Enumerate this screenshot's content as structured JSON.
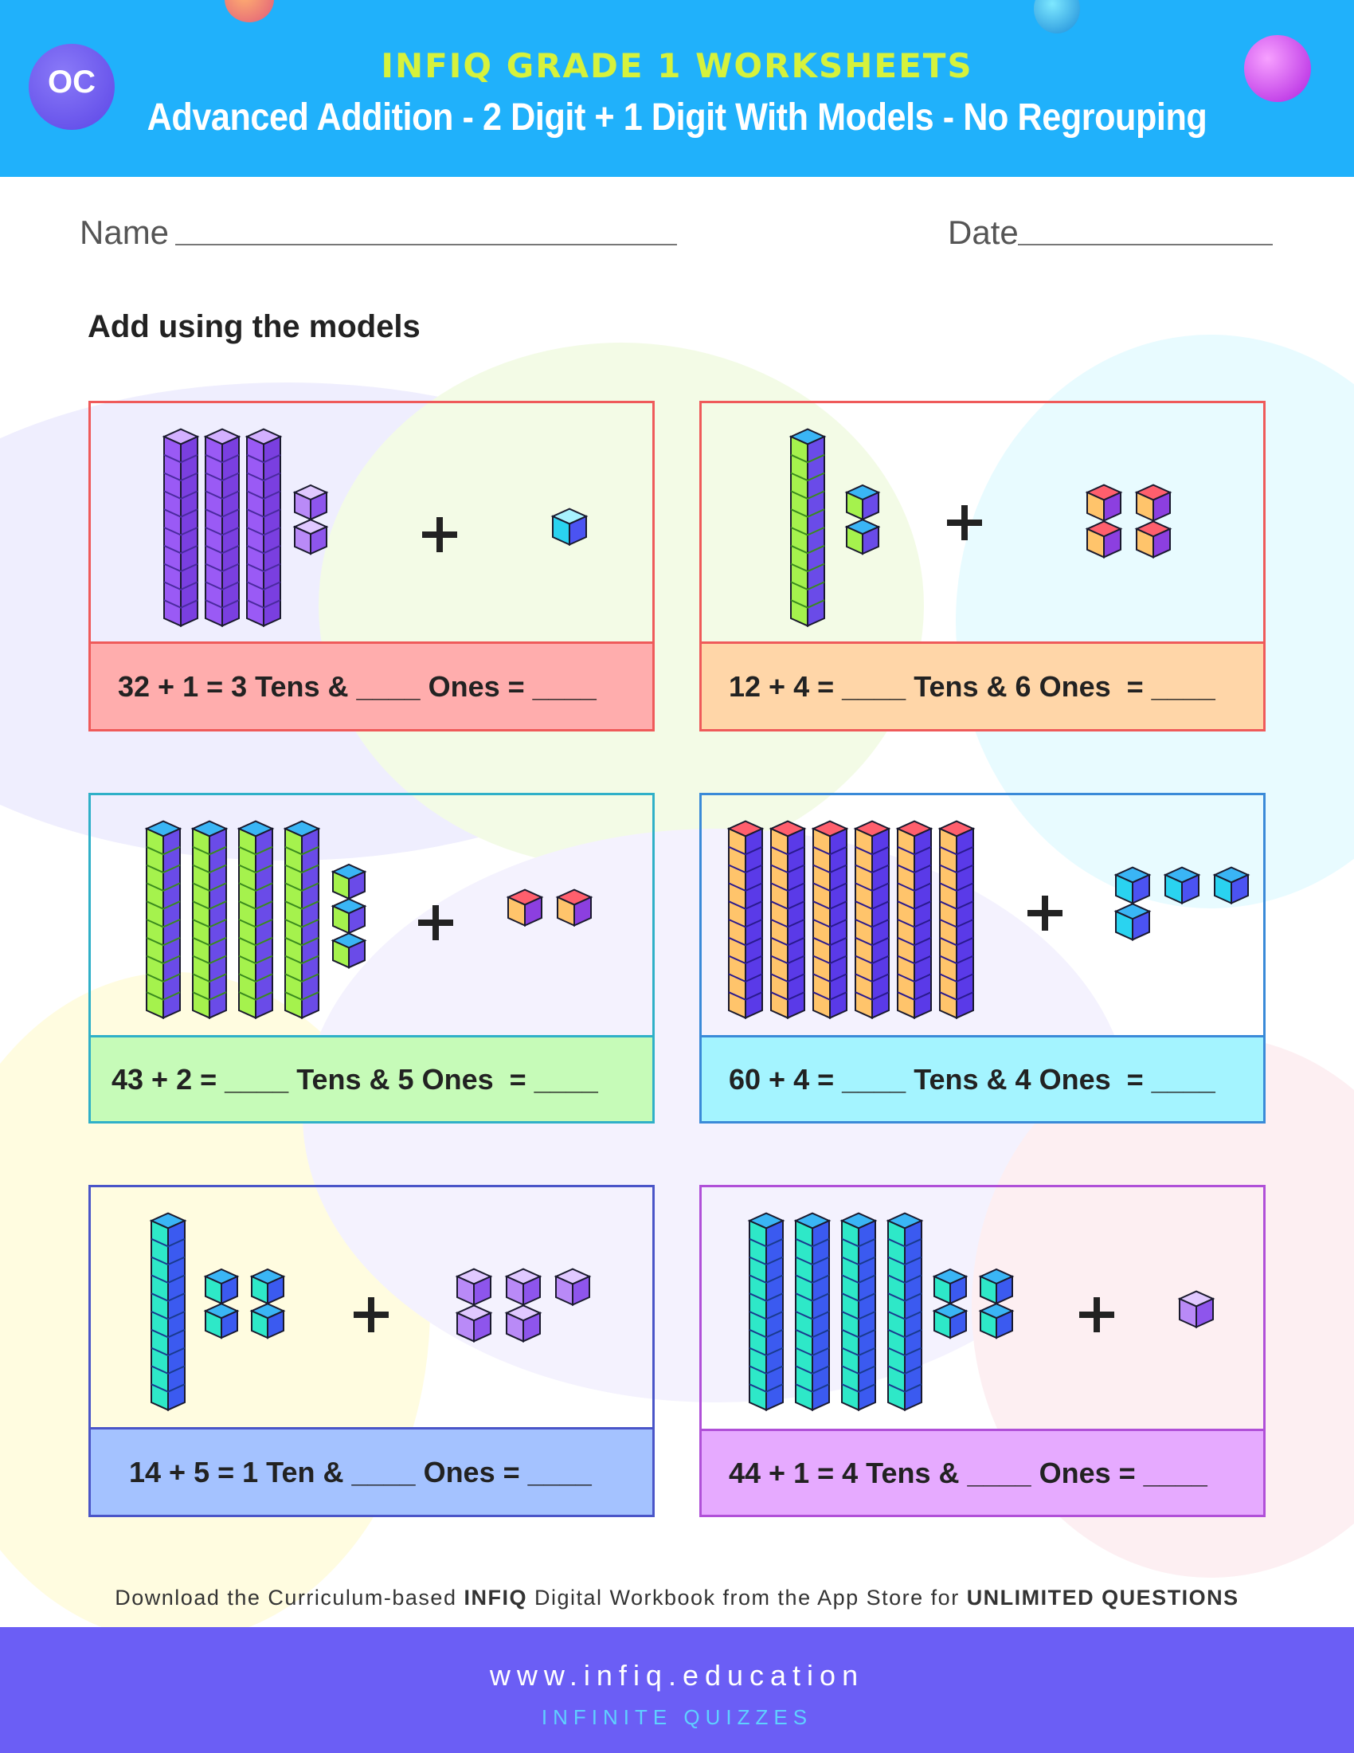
{
  "header": {
    "subtitle": "INFIQ GRADE 1 WORKSHEETS",
    "title": "Advanced Addition - 2 Digit + 1 Digit With Models - No Regrouping",
    "logo_text": "OC"
  },
  "form": {
    "name_label": "Name",
    "date_label": "Date"
  },
  "instruction": "Add using the models",
  "problems": [
    {
      "equation": "32 + 1 = 3 Tens & ____ Ones = ____",
      "first_addend": {
        "tens": 3,
        "ones": 2
      },
      "second_addend": {
        "ones": 1
      },
      "border": "#ef5a5a",
      "answer_bg": "#ffadad",
      "rod_colors": [
        "#9a5af5",
        "#7a3fe0",
        "#4a2a9e",
        "#d3b0ff"
      ],
      "cube_left": [
        "#b98af7",
        "#8e55ec",
        "#e0c8ff"
      ],
      "cube_right": [
        "#2ad3f0",
        "#4b53f2",
        "#a8f2ff"
      ]
    },
    {
      "equation": "12 + 4 = ____ Tens & 6 Ones  = ____",
      "first_addend": {
        "tens": 1,
        "ones": 2
      },
      "second_addend": {
        "ones": 4
      },
      "border": "#ef5a5a",
      "answer_bg": "#ffd6a8",
      "rod_colors": [
        "#a5f24d",
        "#6a4be8",
        "#3a8a1e",
        "#3ab5f5"
      ],
      "cube_left": [
        "#a5f24d",
        "#6a4be8",
        "#3ab5f5"
      ],
      "cube_right": [
        "#ffc46b",
        "#8c3fe0",
        "#ff5f6d"
      ]
    },
    {
      "equation": "43 + 2 = ____ Tens & 5 Ones  = ____",
      "first_addend": {
        "tens": 4,
        "ones": 3
      },
      "second_addend": {
        "ones": 2
      },
      "border": "#2fb0c8",
      "answer_bg": "#c6fbb8",
      "rod_colors": [
        "#a5f24d",
        "#6a4be8",
        "#3a8a1e",
        "#3ab5f5"
      ],
      "cube_left": [
        "#a5f24d",
        "#6a4be8",
        "#3ab5f5"
      ],
      "cube_right": [
        "#ffc46b",
        "#8c3fe0",
        "#ff5f6d"
      ]
    },
    {
      "equation": "60 + 4 = ____ Tens & 4 Ones  = ____",
      "first_addend": {
        "tens": 6,
        "ones": 0
      },
      "second_addend": {
        "ones": 4
      },
      "border": "#3a8ad8",
      "answer_bg": "#a4f4ff",
      "rod_colors": [
        "#ffc46b",
        "#5a3ae8",
        "#2a1a8e",
        "#ff5f6d"
      ],
      "cube_left": [
        "#2ad3f0",
        "#4b53f2",
        "#3ab5f5"
      ],
      "cube_right": [
        "#2ad3f0",
        "#4b53f2",
        "#3ab5f5"
      ]
    },
    {
      "equation": "14 + 5 = 1 Ten & ____ Ones = ____",
      "first_addend": {
        "tens": 1,
        "ones": 4
      },
      "second_addend": {
        "ones": 5
      },
      "border": "#4a55c8",
      "answer_bg": "#a4c2ff",
      "rod_colors": [
        "#2ee8c8",
        "#3b5af0",
        "#1a3a8e",
        "#3ab5f5"
      ],
      "cube_left": [
        "#2ee8c8",
        "#3b5af0",
        "#3ab5f5"
      ],
      "cube_right": [
        "#b98af7",
        "#8e55ec",
        "#e0c8ff"
      ]
    },
    {
      "equation": "44 + 1 = 4 Tens & ____ Ones = ____",
      "first_addend": {
        "tens": 4,
        "ones": 4
      },
      "second_addend": {
        "ones": 1
      },
      "border": "#b050d8",
      "answer_bg": "#e6aaff",
      "rod_colors": [
        "#2ee8c8",
        "#3b5af0",
        "#1a3a8e",
        "#3ab5f5"
      ],
      "cube_left": [
        "#2ee8c8",
        "#3b5af0",
        "#3ab5f5"
      ],
      "cube_right": [
        "#b98af7",
        "#8e55ec",
        "#e0c8ff"
      ]
    }
  ],
  "footer": {
    "note_prefix": "Download the Curriculum-based ",
    "note_brand": "INFIQ",
    "note_middle": " Digital Workbook from the App Store for ",
    "note_emphasis": "UNLIMITED QUESTIONS",
    "url": "www.infiq.education",
    "tagline": "INFINITE QUIZZES"
  },
  "colors": {
    "header": "#20b1fb",
    "footer": "#6b5ef5",
    "subtitle": "#d6f23c"
  }
}
